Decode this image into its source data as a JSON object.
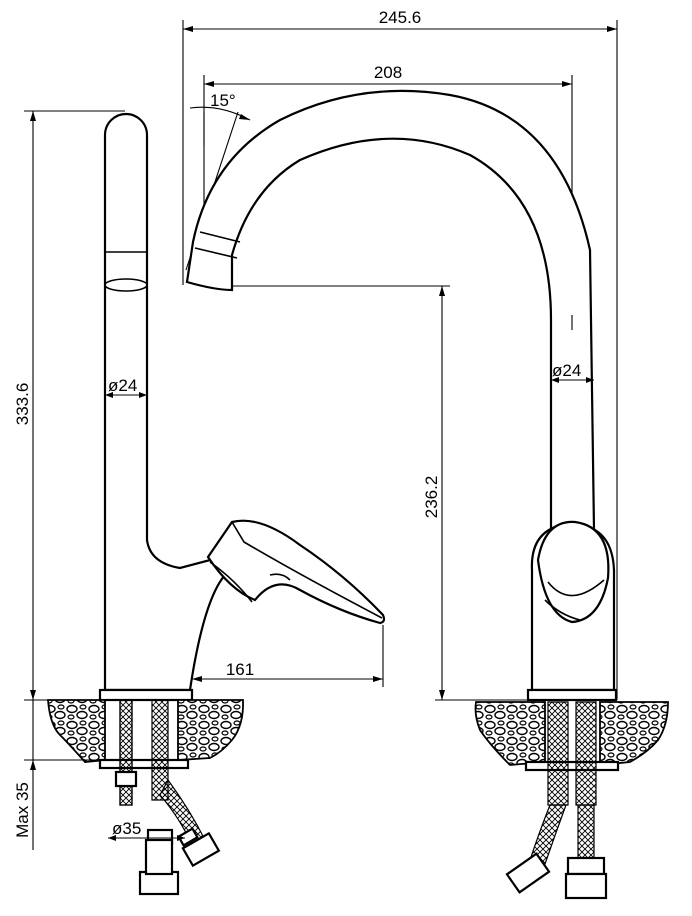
{
  "dimensions": {
    "overall_reach": "245.6",
    "spout_reach": "208",
    "spout_angle": "15°",
    "total_height": "333.6",
    "spout_height": "236.2",
    "body_diameter_side": "ø24",
    "spout_diameter_front": "ø24",
    "handle_reach": "161",
    "max_mount_thickness": "Max 35",
    "mount_hole_diameter": "ø35"
  }
}
